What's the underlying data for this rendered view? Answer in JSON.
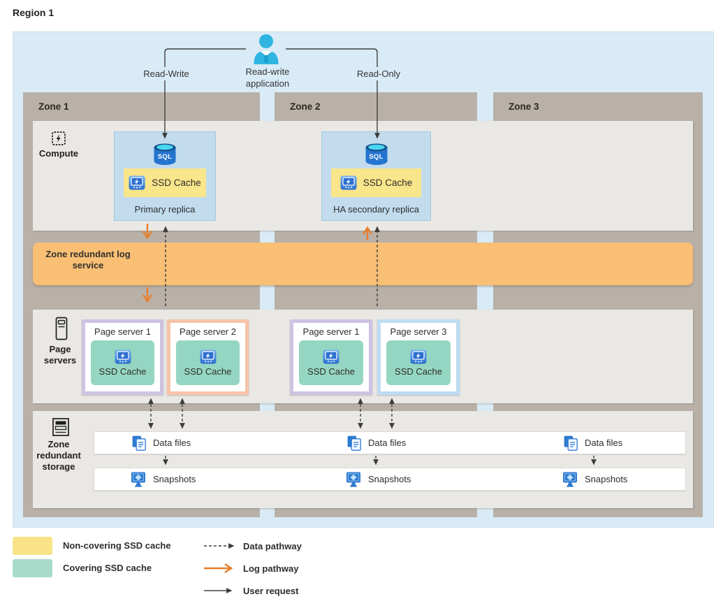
{
  "region": {
    "title": "Region 1"
  },
  "app": {
    "label": "Read-write application"
  },
  "flows": {
    "read_write": "Read-Write",
    "read_only": "Read-Only"
  },
  "zones": [
    {
      "label": "Zone 1"
    },
    {
      "label": "Zone 2"
    },
    {
      "label": "Zone 3"
    }
  ],
  "compute": {
    "label": "Compute",
    "primary": {
      "name": "Primary replica",
      "db": "SQL",
      "cache": "SSD Cache"
    },
    "secondary": {
      "name": "HA secondary replica",
      "db": "SQL",
      "cache": "SSD Cache"
    }
  },
  "log": {
    "label": "Zone redundant log service"
  },
  "page_servers": {
    "label": "Page servers",
    "boxes": [
      {
        "name": "Page server 1",
        "cache": "SSD Cache",
        "zone": "Zone 1",
        "frame_color": "#cdc3e2"
      },
      {
        "name": "Page server 2",
        "cache": "SSD Cache",
        "zone": "Zone 1",
        "frame_color": "#f6c4a9"
      },
      {
        "name": "Page server 1",
        "cache": "SSD Cache",
        "zone": "Zone 2",
        "frame_color": "#cdc3e2"
      },
      {
        "name": "Page server 3",
        "cache": "SSD Cache",
        "zone": "Zone 2",
        "frame_color": "#bedcf2"
      }
    ]
  },
  "storage": {
    "label": "Zone redundant storage",
    "data_files": "Data files",
    "snapshots": "Snapshots"
  },
  "legend": {
    "non_covering": "Non-covering SSD cache",
    "covering": "Covering SSD cache",
    "data_pathway": "Data pathway",
    "log_pathway": "Log pathway",
    "user_request": "User request"
  },
  "colors": {
    "region_bg": "#d9ebf7",
    "zone_bg": "#b9b1a8",
    "band_bg": "#eae8e4",
    "log_bar": "#f8bf75",
    "non_covering_cache": "#f9e58a",
    "covering_cache": "#95d6c2",
    "legend_yellow": "#f8e388",
    "legend_green": "#a8dbc9",
    "replica_bg": "#c2dcee",
    "orange_arrow": "#e87e2b",
    "person_icon": "#2fb5e0",
    "azure_blue": "#2e7ad1"
  }
}
